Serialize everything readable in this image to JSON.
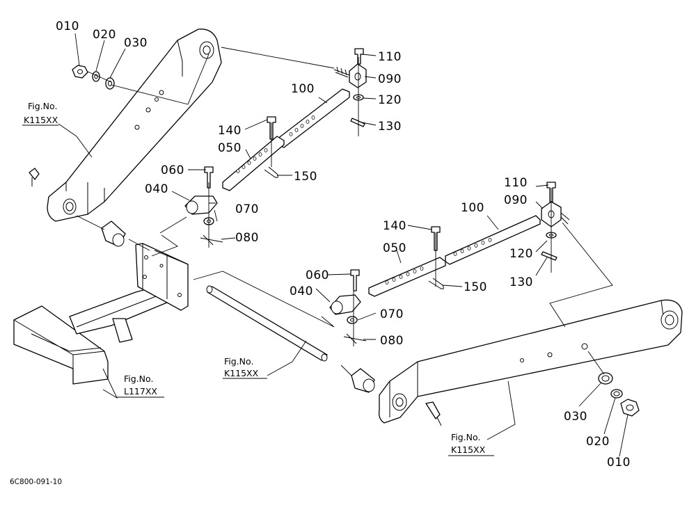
{
  "diagram_code": "6C800-091-10",
  "fig_refs": [
    {
      "id": "fig-ref-left-arm",
      "line1": "Fig.No.",
      "line2": "K115XX"
    },
    {
      "id": "fig-ref-center-shaft",
      "line1": "Fig.No.",
      "line2": "K115XX"
    },
    {
      "id": "fig-ref-frame",
      "line1": "Fig.No.",
      "line2": "L117XX"
    },
    {
      "id": "fig-ref-right-arm",
      "line1": "Fig.No.",
      "line2": "K115XX"
    }
  ],
  "callouts_upper": [
    "010",
    "020",
    "030",
    "110",
    "090",
    "100",
    "120",
    "130",
    "140",
    "050",
    "060",
    "150",
    "040",
    "070",
    "080"
  ],
  "callouts_lower": [
    "110",
    "090",
    "100",
    "140",
    "050",
    "120",
    "060",
    "130",
    "040",
    "150",
    "070",
    "080",
    "030",
    "020",
    "010"
  ]
}
